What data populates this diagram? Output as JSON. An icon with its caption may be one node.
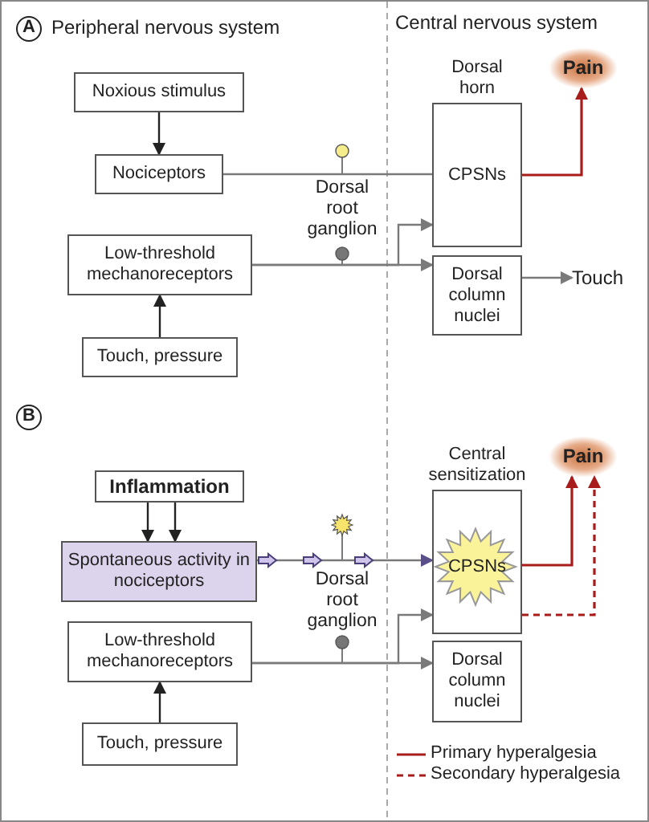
{
  "diagram": {
    "nodes": [
      {
        "text": [
          "Noxious stimulus"
        ]
      },
      {
        "text": [
          "Nociceptors"
        ]
      },
      {
        "text": [
          "Low-threshold mechanoreceptors"
        ]
      },
      {
        "text": [
          "Touch, pressure"
        ]
      },
      {
        "text": [
          "Dorsal horn",
          "CPSNs"
        ]
      },
      {
        "text": [
          "Dorsal column nuclei"
        ]
      },
      {
        "text": [
          "Touch"
        ]
      },
      {
        "text": [
          "Pain"
        ]
      },
      {
        "text": [
          "Inflammation"
        ]
      },
      {
        "text": [
          "Spontaneous activity in nociceptors"
        ]
      },
      {
        "text": [
          "Low-threshold mechanoreceptors"
        ]
      },
      {
        "text": [
          "Touch, pressure"
        ]
      },
      {
        "text": [
          "Central sensitization",
          "CPSNs"
        ]
      },
      {
        "text": [
          "Dorsal column nuclei"
        ]
      },
      {
        "text": [
          "Pain"
        ]
      }
    ],
    "edges": [
      {
        "from": 0,
        "to": 1,
        "arrow": "to",
        "color": "#222222"
      },
      {
        "from": 3,
        "to": 2,
        "arrow": "to",
        "color": "#222222"
      },
      {
        "from": 1,
        "to": 4,
        "arrow": "none"
      },
      {
        "from": 2,
        "to": 5,
        "arrow": "to"
      },
      {
        "from": 2,
        "to": 4,
        "arrow": "to"
      },
      {
        "from": 4,
        "to": 7,
        "arrow": "to",
        "color": "#a81c1c"
      },
      {
        "from": 5,
        "to": 6,
        "arrow": "to"
      },
      {
        "from": 8,
        "to": 9,
        "arrow": "to",
        "color": "#222222"
      },
      {
        "from": 8,
        "to": 9,
        "arrow": "to",
        "color": "#222222"
      },
      {
        "from": 11,
        "to": 10,
        "arrow": "to",
        "color": "#222222"
      },
      {
        "from": 9,
        "to": 12,
        "arrow": "to"
      },
      {
        "from": 10,
        "to": 13,
        "arrow": "to"
      },
      {
        "from": 10,
        "to": 12,
        "arrow": "to"
      },
      {
        "from": 12,
        "to": 14,
        "arrow": "to",
        "color": "#a81c1c"
      },
      {
        "from": 12,
        "to": 14,
        "arrow": "to",
        "style": "dashed",
        "color": "#a81c1c"
      }
    ],
    "labels": [
      "A",
      "Peripheral nervous system",
      "Central nervous system",
      "Dorsal root ganglion",
      "B",
      "Dorsal root ganglion"
    ],
    "legend": [
      {
        "text": "Primary hyperalgesia"
      },
      {
        "text": "Secondary hyperalgesia"
      }
    ]
  }
}
